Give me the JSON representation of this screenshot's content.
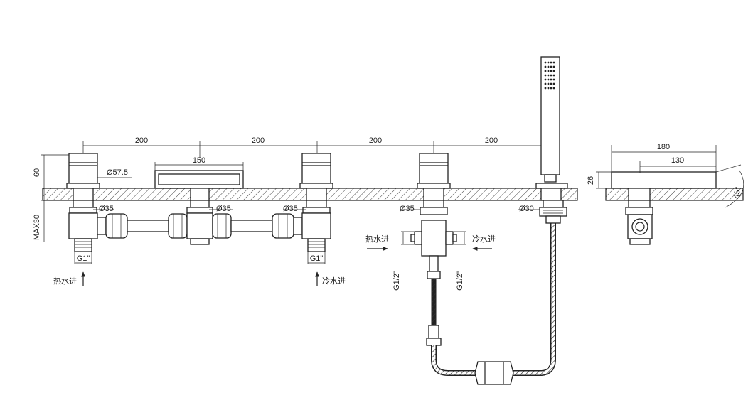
{
  "dimensions": {
    "spacing_1": "200",
    "spacing_2": "200",
    "spacing_3": "200",
    "spacing_4": "200",
    "spout_width": "150",
    "height_top": "60",
    "depth_max": "MAX30",
    "handle_diameter": "Ø57.5",
    "d35_a": "Ø35",
    "d35_b": "Ø35",
    "d35_c": "Ø35",
    "d35_d": "Ø35",
    "d30": "Ø30",
    "thread_g1_left": "G1\"",
    "thread_g1_right": "G1\"",
    "thread_half_left": "G1/2\"",
    "thread_half_right": "G1/2\"",
    "side_180": "180",
    "side_130": "130",
    "side_26": "26",
    "angle": "45°"
  },
  "labels": {
    "hot_in_left": "热水进",
    "cold_in_right": "冷水进",
    "hot_in_valve": "热水进",
    "cold_in_valve": "冷水进"
  },
  "colors": {
    "line": "#222222",
    "hatch": "#444444",
    "background": "#ffffff"
  }
}
